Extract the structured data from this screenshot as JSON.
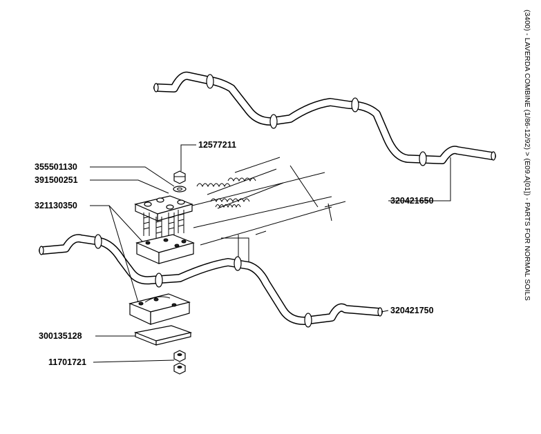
{
  "title": "(3400) - LAVERDA COMBINE (1/86-12/92) > (E09.A[01]) - PARTS FOR NORMAL SOILS",
  "parts": [
    {
      "number": "12577211"
    },
    {
      "number": "355501130"
    },
    {
      "number": "391500251"
    },
    {
      "number": "321130350"
    },
    {
      "number": "320421650"
    },
    {
      "number": "320421750"
    },
    {
      "number": "300135128"
    },
    {
      "number": "11701721"
    }
  ]
}
